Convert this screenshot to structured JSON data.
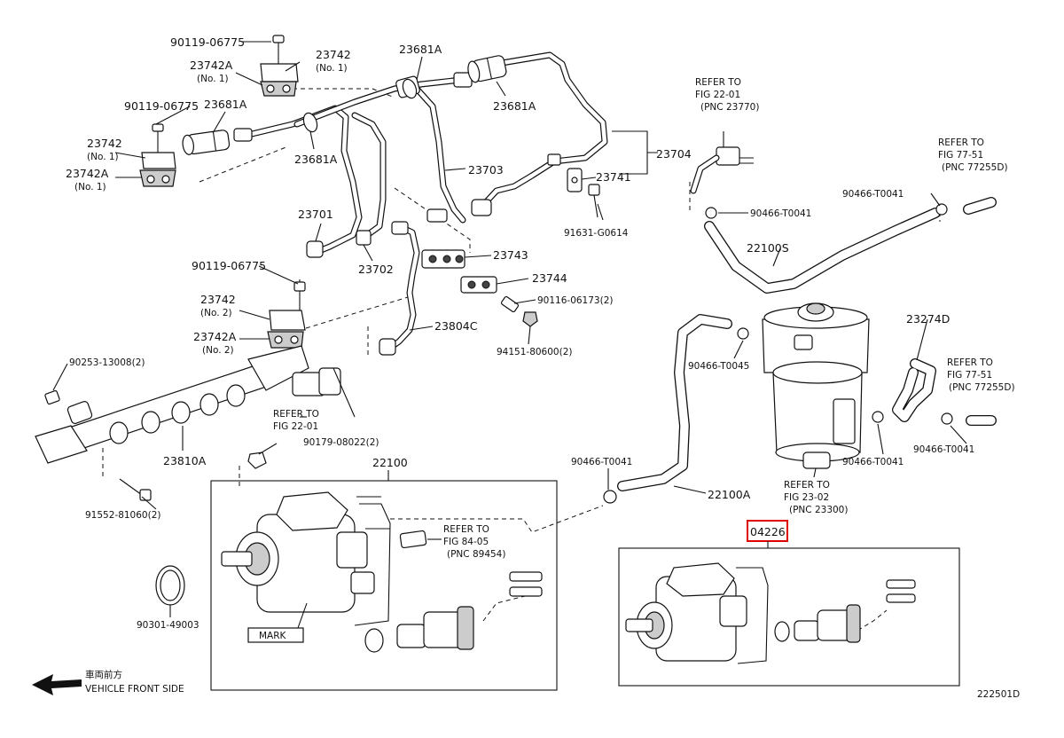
{
  "diagram": {
    "callouts": {
      "p90119_a": "90119-06775",
      "p23742_a": "23742",
      "p23742_a_no": "(No. 1)",
      "p23742A_a": "23742A",
      "p23742A_a_no": "(No. 1)",
      "p23681A_top": "23681A",
      "p23681A_right": "23681A",
      "p90119_b": "90119-06775",
      "p23681A_left": "23681A",
      "p23742_b": "23742",
      "p23742_b_no": "(No. 1)",
      "p23742A_b": "23742A",
      "p23742A_b_no": "(No. 1)",
      "p23681A_mid": "23681A",
      "p23703": "23703",
      "p23704": "23704",
      "p23741": "23741",
      "p91631": "91631-G0614",
      "p23701": "23701",
      "p23702": "23702",
      "p23743": "23743",
      "p23744": "23744",
      "p90116": "90116-06173(2)",
      "p94151": "94151-80600(2)",
      "p90119_c": "90119-06775",
      "p23742_c": "23742",
      "p23742_c_no": "(No. 2)",
      "p23742A_c": "23742A",
      "p23742A_c_no": "(No. 2)",
      "p23804C": "23804C",
      "p90253": "90253-13008(2)",
      "p23810A": "23810A",
      "p90179": "90179-08022(2)",
      "p22100": "22100",
      "p91552": "91552-81060(2)",
      "p90301": "90301-49003",
      "mark": "MARK",
      "p90466_t0041_a": "90466-T0041",
      "p90466_t0041_b": "90466-T0041",
      "p90466_t0045": "90466-T0045",
      "p22100S": "22100S",
      "p23274D": "23274D",
      "p90466_t0041_c": "90466-T0041",
      "p90466_t0041_d": "90466-T0041",
      "p90466_t0041_e": "90466-T0041",
      "p22100A": "22100A",
      "p04226": "04226"
    },
    "refs": {
      "r1_a": "REFER TO",
      "r1_b": "FIG 22-01",
      "r1_c": "(PNC 23770)",
      "r2_a": "REFER TO",
      "r2_b": "FIG 77-51",
      "r2_c": "(PNC 77255D)",
      "r3_a": "REFER TO",
      "r3_b": "FIG 77-51",
      "r3_c": "(PNC 77255D)",
      "r4_a": "REFER TO",
      "r4_b": "FIG 22-01",
      "r5_a": "REFER TO",
      "r5_b": "FIG 84-05",
      "r5_c": "(PNC 89454)",
      "r6_a": "REFER TO",
      "r6_b": "FIG 23-02",
      "r6_c": "(PNC 23300)"
    },
    "direction": {
      "japanese": "車両前方",
      "english": "VEHICLE FRONT SIDE"
    },
    "figure_id": "222501D",
    "colors": {
      "highlight": "#e00000",
      "ink": "#111111"
    }
  }
}
